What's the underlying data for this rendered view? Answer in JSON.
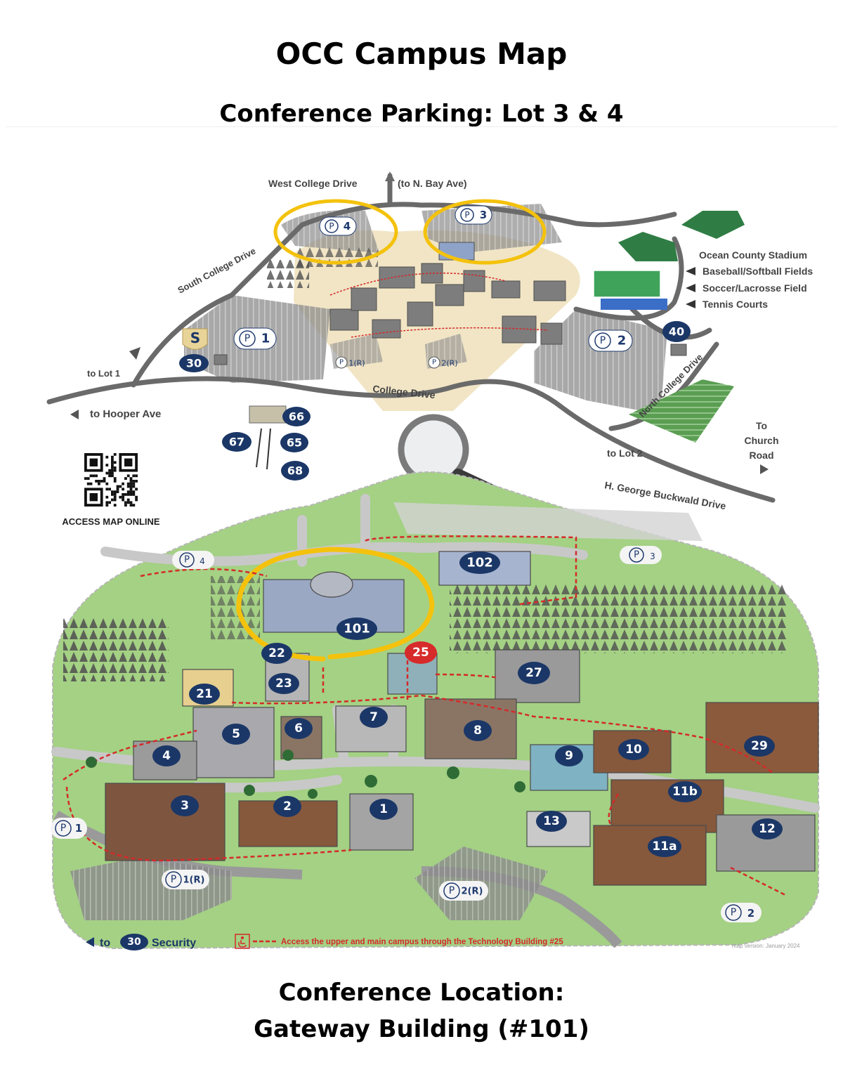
{
  "header": {
    "title": "OCC Campus Map",
    "subtitle": "Conference Parking: Lot 3 & 4"
  },
  "footer": {
    "line1": "Conference Location:",
    "line2": "Gateway Building (#101)"
  },
  "overview_map": {
    "roads": {
      "west": "West College Drive",
      "north_bay": "(to N. Bay Ave)",
      "south_college": "South College Drive",
      "college_drive": "College Drive",
      "north_college": "North College Drive",
      "buckwald": "H. George Buckwald Drive",
      "to_lot1": "to Lot 1",
      "to_lot2": "to Lot 2",
      "to_hooper": "to Hooper Ave",
      "to_church_1": "To",
      "to_church_2": "Church",
      "to_church_3": "Road"
    },
    "athletics": [
      "Ocean County Stadium",
      "Baseball/Softball Fields",
      "Soccer/Lacrosse Field",
      "Tennis Courts"
    ],
    "parking": {
      "p4": "4",
      "p3": "3",
      "p1": "1",
      "p2": "2",
      "p1r": "1(R)",
      "p2r": "2(R)"
    },
    "badges": {
      "s": "S",
      "b30": "30",
      "b40": "40",
      "b66": "66",
      "b65": "65",
      "b67": "67",
      "b68": "68"
    },
    "qr_label": "ACCESS MAP ONLINE",
    "parking_glyph": "P"
  },
  "detail_map": {
    "buildings": {
      "b102": "102",
      "b101": "101",
      "b22": "22",
      "b23": "23",
      "b25": "25",
      "b27": "27",
      "b21": "21",
      "b5": "5",
      "b6": "6",
      "b7": "7",
      "b8": "8",
      "b4": "4",
      "b9": "9",
      "b10": "10",
      "b29": "29",
      "b3": "3",
      "b2": "2",
      "b1": "1",
      "b13": "13",
      "b11b": "11b",
      "b11a": "11a",
      "b12": "12"
    },
    "parking": {
      "p4": "4",
      "p3": "3",
      "p1": "1",
      "p1r": "1(R)",
      "p2r": "2(R)",
      "p2": "2"
    },
    "legend": {
      "to": "to",
      "security_num": "30",
      "security": "Security",
      "access_note": "Access the upper and main campus through the Technology Building #25",
      "version": "map version: January 2024"
    }
  },
  "colors": {
    "badge_navy": "#1b3767",
    "badge_red": "#d72a2a",
    "highlight_yellow": "#f4c20d",
    "grass": "#9fcd7c",
    "tan_zone": "#f0e2bf",
    "road_gray": "#6a6a6a",
    "path_red": "#d42a2a"
  }
}
